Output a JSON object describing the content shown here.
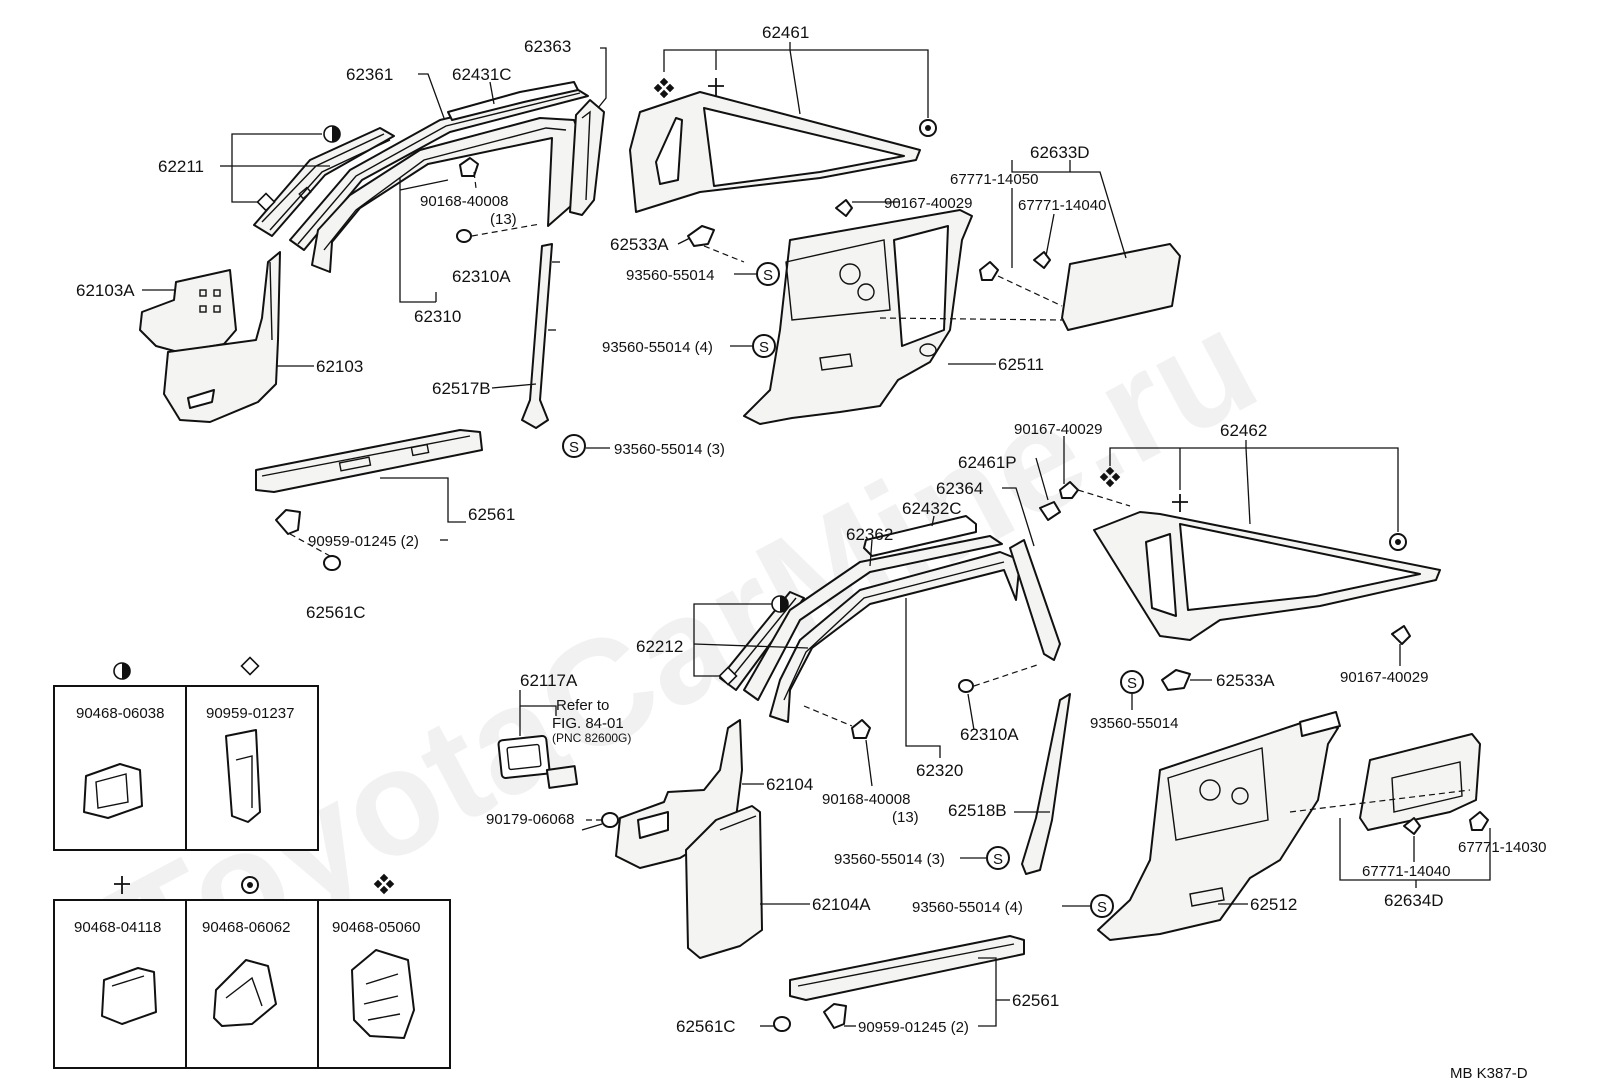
{
  "watermark": "ToyotaCarMine.ru",
  "footer_code": "MB  K387-D",
  "labels": {
    "p62461": "62461",
    "p62363": "62363",
    "p62361": "62361",
    "p62431C": "62431C",
    "p62211": "62211",
    "p90168_40008_a": "90168-40008",
    "p90168_40008_a_qty": "(13)",
    "p62310A_a": "62310A",
    "p62310": "62310",
    "p62103A": "62103A",
    "p62103": "62103",
    "p62517B": "62517B",
    "p62533A_a": "62533A",
    "p93560_55014_a": "93560-55014",
    "p93560_55014_4_a": "93560-55014 (4)",
    "p93560_55014_3_a": "93560-55014 (3)",
    "p90167_40029_a": "90167-40029",
    "p62633D": "62633D",
    "p67771_14050": "67771-14050",
    "p67771_14040_a": "67771-14040",
    "p62511": "62511",
    "p62561_a": "62561",
    "p90959_01245_a": "90959-01245 (2)",
    "p62561C_a": "62561C",
    "p90167_40029_b": "90167-40029",
    "p62461P": "62461P",
    "p62462": "62462",
    "p62364": "62364",
    "p62432C": "62432C",
    "p62362": "62362",
    "p62212": "62212",
    "p62117A": "62117A",
    "refer_line1": "Refer to",
    "refer_line2": "FIG. 84-01",
    "refer_line3": "(PNC 82600G)",
    "p62310A_b": "62310A",
    "p62320": "62320",
    "p90168_40008_b": "90168-40008",
    "p90168_40008_b_qty": "(13)",
    "p62104": "62104",
    "p90179_06068": "90179-06068",
    "p62104A": "62104A",
    "p62518B": "62518B",
    "p93560_55014_3_b": "93560-55014 (3)",
    "p93560_55014_4_b": "93560-55014 (4)",
    "p93560_55014_b": "93560-55014",
    "p62533A_b": "62533A",
    "p90167_40029_c": "90167-40029",
    "p62512": "62512",
    "p67771_14030": "67771-14030",
    "p67771_14040_b": "67771-14040",
    "p62634D": "62634D",
    "p62561_b": "62561",
    "p62561C_b": "62561C",
    "p90959_01245_b": "90959-01245 (2)"
  },
  "legend_top": [
    {
      "symbol": "half-circle-icon",
      "part": "90468-06038"
    },
    {
      "symbol": "diamond-icon",
      "part": "90959-01237"
    }
  ],
  "legend_bottom": [
    {
      "symbol": "cross-clip-icon",
      "part": "90468-04118"
    },
    {
      "symbol": "ring-icon",
      "part": "90468-06062"
    },
    {
      "symbol": "four-diamond-icon",
      "part": "90468-05060"
    }
  ],
  "screw_symbol": "S"
}
